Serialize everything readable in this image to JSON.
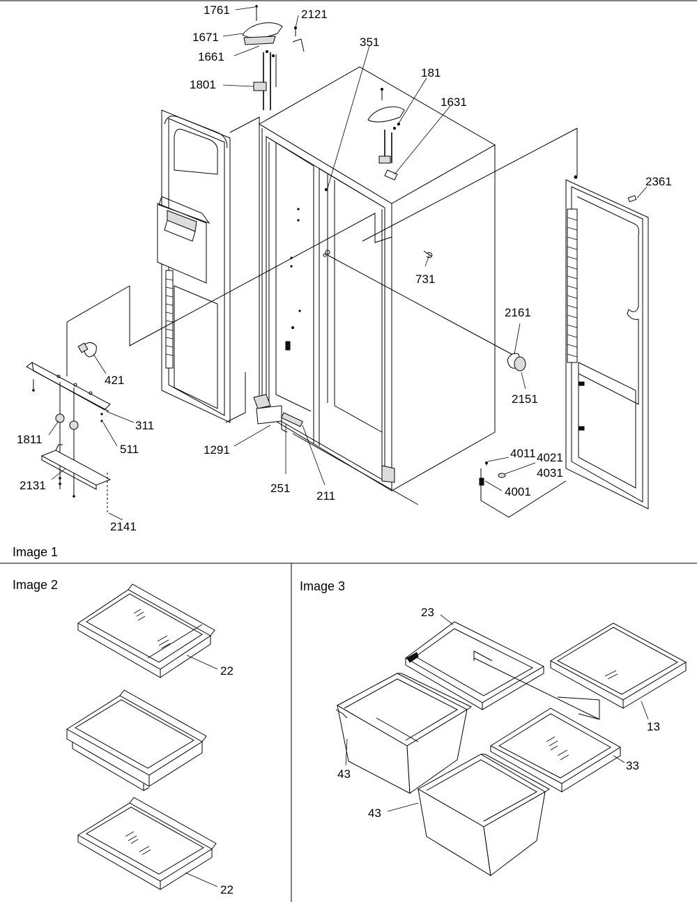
{
  "panels": {
    "image1": {
      "title": "Image 1"
    },
    "image2": {
      "title": "Image 2"
    },
    "image3": {
      "title": "Image 3"
    }
  },
  "callouts": {
    "c1761": "1761",
    "c2121": "2121",
    "c1671": "1671",
    "c1661": "1661",
    "c1801": "1801",
    "c351": "351",
    "c181": "181",
    "c1631": "1631",
    "c2361": "2361",
    "c731": "731",
    "c2161": "2161",
    "c421": "421",
    "c2151": "2151",
    "c311": "311",
    "c1811": "1811",
    "c511": "511",
    "c1291": "1291",
    "c4011": "4011",
    "c4021": "4021",
    "c4031": "4031",
    "c2131": "2131",
    "c251": "251",
    "c211": "211",
    "c4001": "4001",
    "c2141": "2141",
    "c22a": "22",
    "c22b": "22",
    "c23": "23",
    "c13": "13",
    "c43a": "43",
    "c33": "33",
    "c43b": "43"
  }
}
